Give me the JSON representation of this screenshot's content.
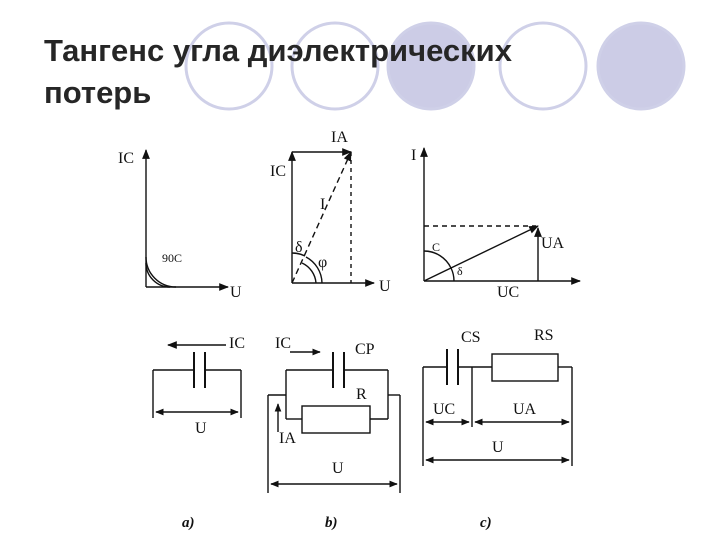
{
  "slide": {
    "title": "Тангенс угла диэлектрических потерь"
  },
  "colors": {
    "circle_fill": "#cccce6",
    "circle_stroke": "#cfd0e8",
    "title": "#262626",
    "ink": "#111111"
  },
  "diagram_a": {
    "axis_y": "IC",
    "axis_x": "U",
    "angle": "90С"
  },
  "diagram_b": {
    "top_current": "IA",
    "left_current": "IC",
    "total_current": "I",
    "delta": "δ",
    "phi": "φ",
    "axis_x": "U"
  },
  "diagram_c": {
    "axis_y": "I",
    "current_a": "UA",
    "current_c": "UC",
    "small_c": "С",
    "delta": "δ"
  },
  "circuit_a": {
    "current": "IC",
    "voltage": "U",
    "caption": "а)"
  },
  "circuit_b": {
    "current_c": "IC",
    "capacitor": "CP",
    "resistor": "R",
    "current_a": "IA",
    "voltage": "U",
    "caption": "b)"
  },
  "circuit_c": {
    "capacitor": "CS",
    "resistor": "RS",
    "voltage_c": "UC",
    "voltage_a": "UA",
    "voltage": "U",
    "caption": "с)"
  }
}
